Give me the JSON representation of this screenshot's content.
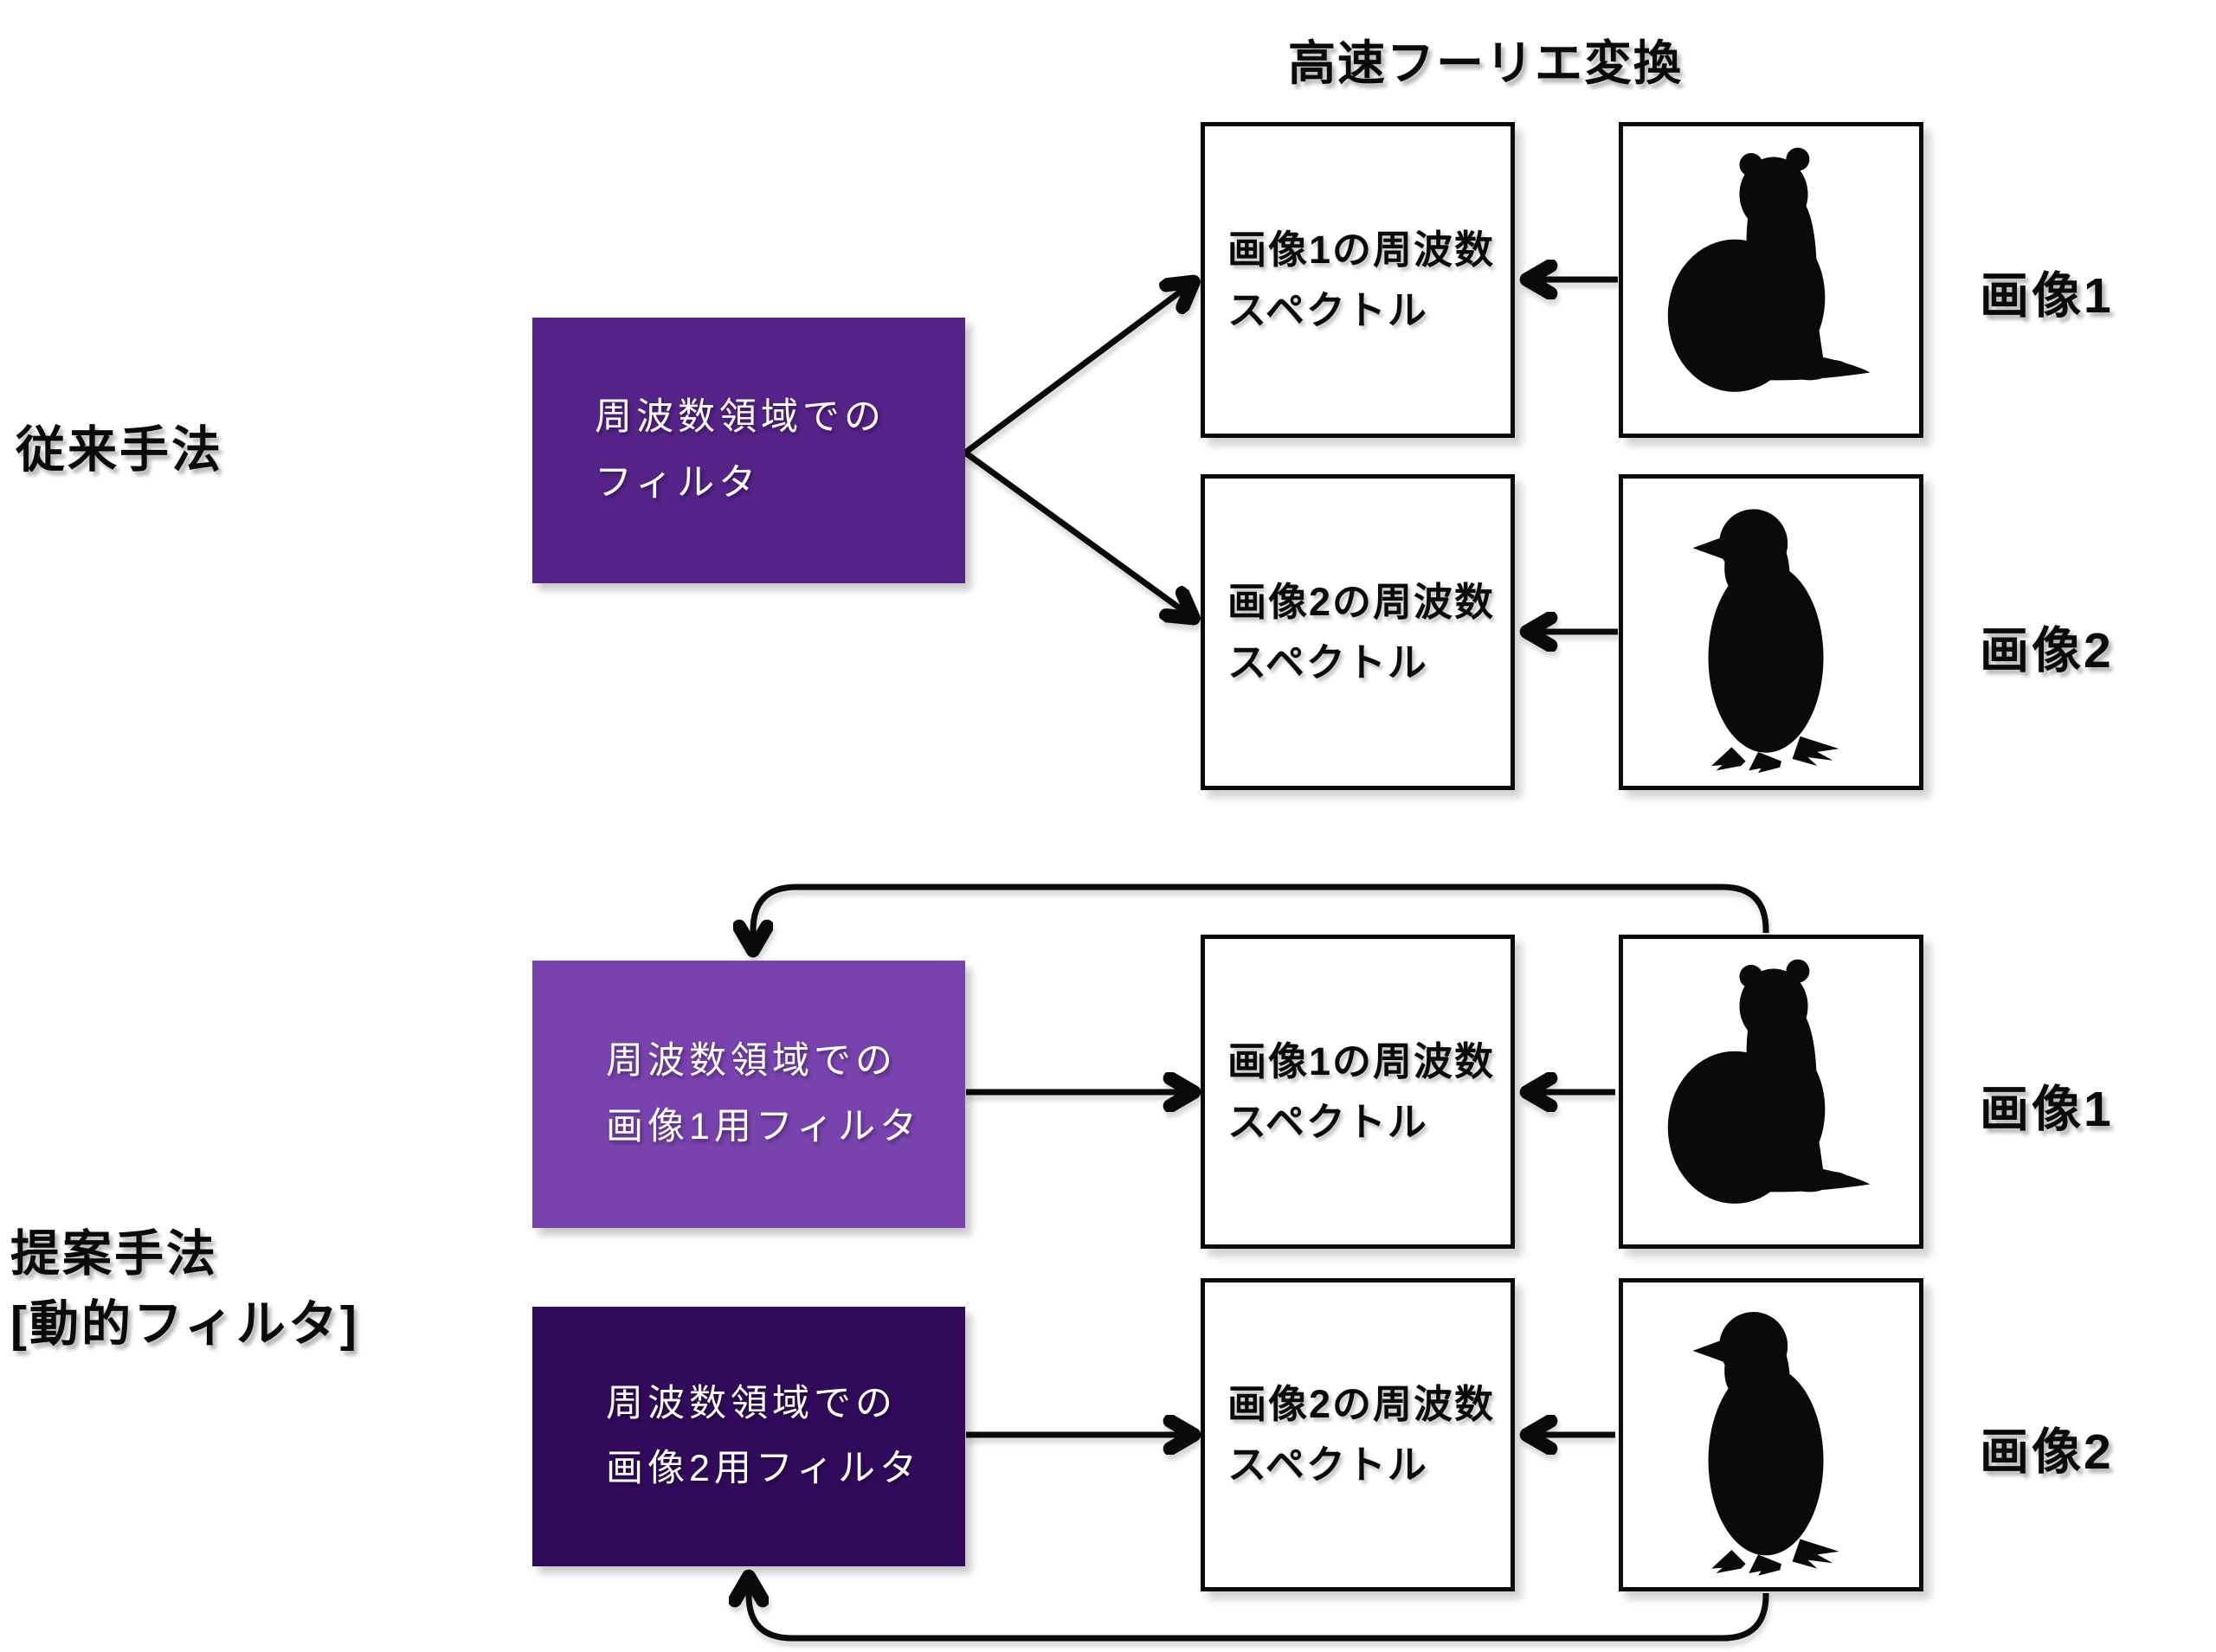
{
  "title": "高速フーリエ変換",
  "conventional": {
    "section_label": "従来手法",
    "filter": {
      "line1": "周波数領域での",
      "line2": "フィルタ"
    }
  },
  "proposed": {
    "section_label_line1": "提案手法",
    "section_label_line2": "[動的フィルタ]",
    "filter1": {
      "line1": "周波数領域での",
      "line2": "画像1用フィルタ"
    },
    "filter2": {
      "line1": "周波数領域での",
      "line2": "画像2用フィルタ"
    }
  },
  "spectrum1": {
    "line1": "画像1の周波数",
    "line2": "スペクトル"
  },
  "spectrum2": {
    "line1": "画像2の周波数",
    "line2": "スペクトル"
  },
  "image1_label": "画像1",
  "image2_label": "画像2",
  "icons": {
    "image1": "ferret-silhouette",
    "image2": "penguin-silhouette"
  },
  "colors": {
    "filter_conventional": "#552288",
    "filter_image1": "#7843AD",
    "filter_image2": "#320A5C",
    "stroke": "#0a0a0a",
    "box_border": "#0a0a0a",
    "box_text": "#ffffff",
    "text": "#0a0a0a",
    "background": "#ffffff"
  }
}
